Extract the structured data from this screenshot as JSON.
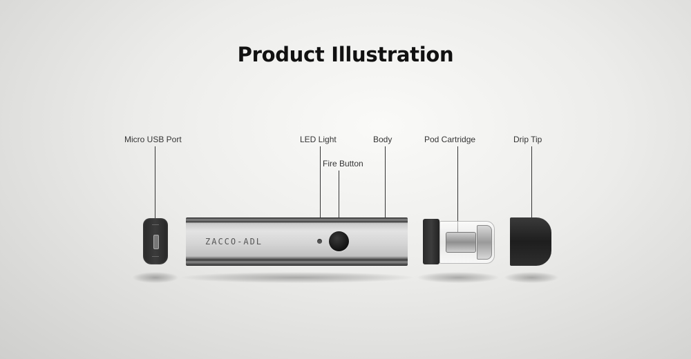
{
  "title": "Product Illustration",
  "labels": {
    "micro_usb_port": "Micro USB Port",
    "led_light": "LED Light",
    "fire_button": "Fire Button",
    "body": "Body",
    "pod_cartridge": "Pod Cartridge",
    "drip_tip": "Drip Tip"
  },
  "brand_text": "ZACCO-ADL",
  "colors": {
    "background": "#e8e8e6",
    "device_dark": "#2a2a2a",
    "body_metal": "#d4d4d4",
    "text": "#333333"
  }
}
